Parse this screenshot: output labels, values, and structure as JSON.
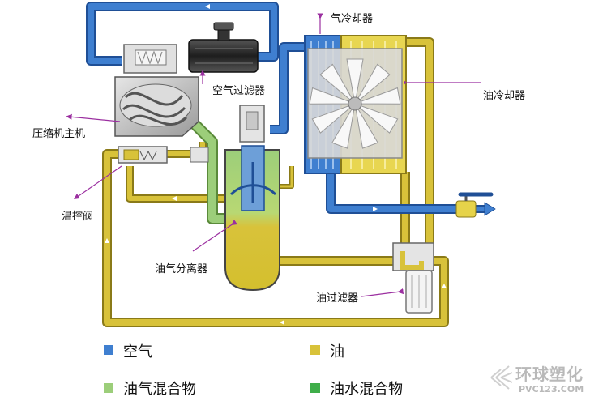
{
  "labels": {
    "air_cooler": "气冷却器",
    "air_filter": "空气过滤器",
    "oil_cooler": "油冷却器",
    "compressor": "压缩机主机",
    "thermo_valve": "温控阀",
    "separator": "油气分离器",
    "oil_filter": "油过滤器"
  },
  "legend": [
    {
      "label": "空气",
      "color": "#3f7fd0"
    },
    {
      "label": "油",
      "color": "#d8c23a"
    },
    {
      "label": "油气混合物",
      "color": "#9cce7a"
    },
    {
      "label": "油水混合物",
      "color": "#3fae4a"
    }
  ],
  "colors": {
    "air": "#3f7fd0",
    "oil": "#d8c23a",
    "oil_gas": "#9cce7a",
    "oil_water": "#3fae4a",
    "casing": "#c8c8c8",
    "pointer": "#9b2fa0"
  },
  "watermark": {
    "title": "环球塑化",
    "url": "PVC123.COM"
  }
}
